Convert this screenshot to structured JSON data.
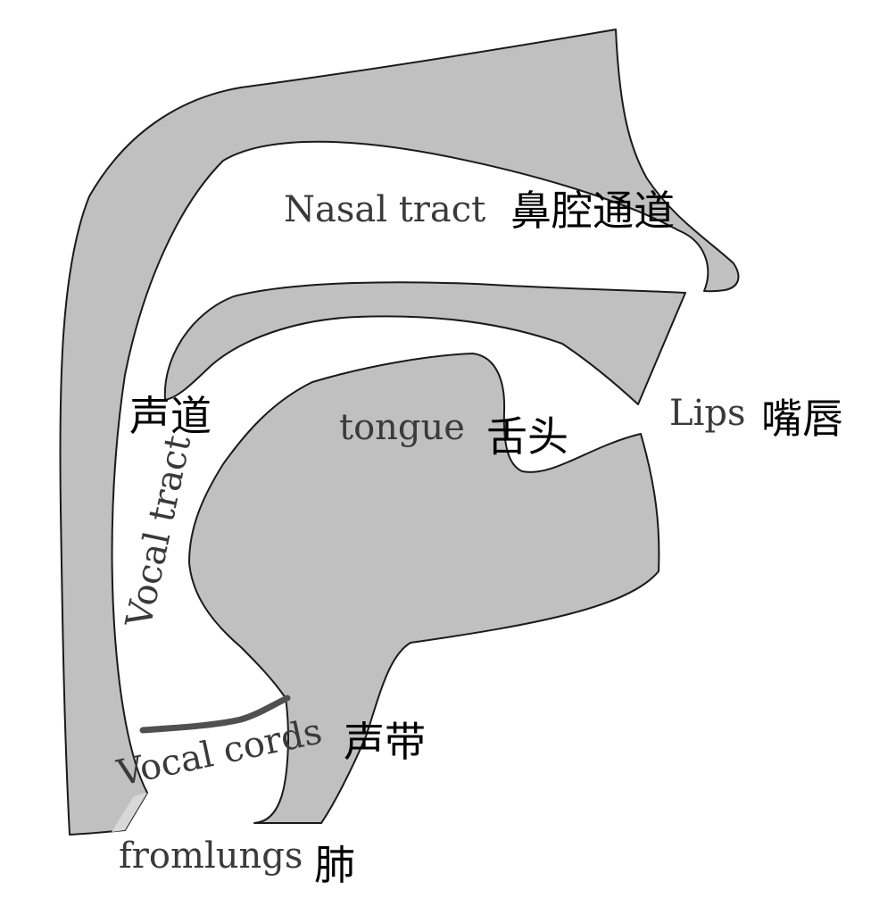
{
  "labels": {
    "nasal_tract": "Nasal tract",
    "nasal_tract_zh": "鼻腔通道",
    "vocal_tract": "Vocal tract",
    "vocal_tract_zh": "声道",
    "tongue": "tongue",
    "tongue_zh": "舌头",
    "lips": "Lips",
    "lips_zh": "嘴唇",
    "vocal_cords": "Vocal cords",
    "vocal_cords_zh": "声带",
    "from_lungs": "fromlungs",
    "from_lungs_zh": "肺"
  },
  "colors": {
    "tissue_fill": "#c0c0c0",
    "outline": "#1a1a1a",
    "vocal_cords_line": "#505050",
    "lungs_inlet": "#d8d8d8",
    "english_text": "#3a3a3a",
    "chinese_text": "#000000"
  }
}
